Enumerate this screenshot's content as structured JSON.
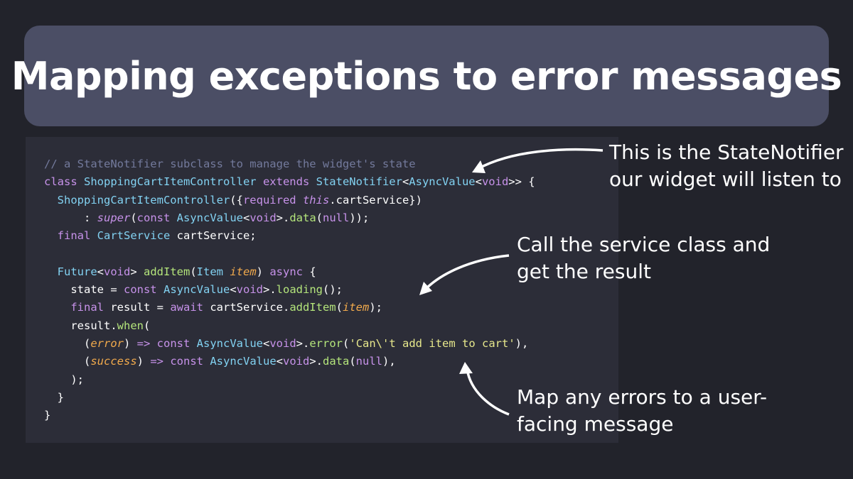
{
  "title": "Mapping exceptions to error messages",
  "code": {
    "lines": [
      [
        {
          "t": "// a StateNotifier subclass to manage the widget's state",
          "c": "comment"
        }
      ],
      [
        {
          "t": "class ",
          "c": "keyword"
        },
        {
          "t": "ShoppingCartItemController ",
          "c": "type"
        },
        {
          "t": "extends ",
          "c": "keyword"
        },
        {
          "t": "StateNotifier",
          "c": "type"
        },
        {
          "t": "<",
          "c": "plain"
        },
        {
          "t": "AsyncValue",
          "c": "type"
        },
        {
          "t": "<",
          "c": "plain"
        },
        {
          "t": "void",
          "c": "keyword"
        },
        {
          "t": ">> {",
          "c": "plain"
        }
      ],
      [
        {
          "t": "  ShoppingCartItemController",
          "c": "type"
        },
        {
          "t": "({",
          "c": "plain"
        },
        {
          "t": "required ",
          "c": "keyword"
        },
        {
          "t": "this",
          "c": "this"
        },
        {
          "t": ".cartService})",
          "c": "plain"
        }
      ],
      [
        {
          "t": "      : ",
          "c": "plain"
        },
        {
          "t": "super",
          "c": "this"
        },
        {
          "t": "(",
          "c": "plain"
        },
        {
          "t": "const ",
          "c": "keyword"
        },
        {
          "t": "AsyncValue",
          "c": "type"
        },
        {
          "t": "<",
          "c": "plain"
        },
        {
          "t": "void",
          "c": "keyword"
        },
        {
          "t": ">.",
          "c": "plain"
        },
        {
          "t": "data",
          "c": "method"
        },
        {
          "t": "(",
          "c": "plain"
        },
        {
          "t": "null",
          "c": "keyword"
        },
        {
          "t": "));",
          "c": "plain"
        }
      ],
      [
        {
          "t": "  final ",
          "c": "keyword"
        },
        {
          "t": "CartService ",
          "c": "type"
        },
        {
          "t": "cartService;",
          "c": "plain"
        }
      ],
      [
        {
          "t": "",
          "c": "plain"
        }
      ],
      [
        {
          "t": "  Future",
          "c": "type"
        },
        {
          "t": "<",
          "c": "plain"
        },
        {
          "t": "void",
          "c": "keyword"
        },
        {
          "t": "> ",
          "c": "plain"
        },
        {
          "t": "addItem",
          "c": "method"
        },
        {
          "t": "(",
          "c": "plain"
        },
        {
          "t": "Item ",
          "c": "type"
        },
        {
          "t": "item",
          "c": "param"
        },
        {
          "t": ") ",
          "c": "plain"
        },
        {
          "t": "async ",
          "c": "keyword"
        },
        {
          "t": "{",
          "c": "plain"
        }
      ],
      [
        {
          "t": "    state = ",
          "c": "plain"
        },
        {
          "t": "const ",
          "c": "keyword"
        },
        {
          "t": "AsyncValue",
          "c": "type"
        },
        {
          "t": "<",
          "c": "plain"
        },
        {
          "t": "void",
          "c": "keyword"
        },
        {
          "t": ">.",
          "c": "plain"
        },
        {
          "t": "loading",
          "c": "method"
        },
        {
          "t": "();",
          "c": "plain"
        }
      ],
      [
        {
          "t": "    final ",
          "c": "keyword"
        },
        {
          "t": "result = ",
          "c": "plain"
        },
        {
          "t": "await ",
          "c": "keyword"
        },
        {
          "t": "cartService.",
          "c": "plain"
        },
        {
          "t": "addItem",
          "c": "method"
        },
        {
          "t": "(",
          "c": "plain"
        },
        {
          "t": "item",
          "c": "param"
        },
        {
          "t": ");",
          "c": "plain"
        }
      ],
      [
        {
          "t": "    result.",
          "c": "plain"
        },
        {
          "t": "when",
          "c": "method"
        },
        {
          "t": "(",
          "c": "plain"
        }
      ],
      [
        {
          "t": "      (",
          "c": "plain"
        },
        {
          "t": "error",
          "c": "param"
        },
        {
          "t": ") ",
          "c": "plain"
        },
        {
          "t": "=> ",
          "c": "keyword"
        },
        {
          "t": "const ",
          "c": "keyword"
        },
        {
          "t": "AsyncValue",
          "c": "type"
        },
        {
          "t": "<",
          "c": "plain"
        },
        {
          "t": "void",
          "c": "keyword"
        },
        {
          "t": ">.",
          "c": "plain"
        },
        {
          "t": "error",
          "c": "method"
        },
        {
          "t": "(",
          "c": "plain"
        },
        {
          "t": "'Can\\'t add item to cart'",
          "c": "string"
        },
        {
          "t": "),",
          "c": "plain"
        }
      ],
      [
        {
          "t": "      (",
          "c": "plain"
        },
        {
          "t": "success",
          "c": "param"
        },
        {
          "t": ") ",
          "c": "plain"
        },
        {
          "t": "=> ",
          "c": "keyword"
        },
        {
          "t": "const ",
          "c": "keyword"
        },
        {
          "t": "AsyncValue",
          "c": "type"
        },
        {
          "t": "<",
          "c": "plain"
        },
        {
          "t": "void",
          "c": "keyword"
        },
        {
          "t": ">.",
          "c": "plain"
        },
        {
          "t": "data",
          "c": "method"
        },
        {
          "t": "(",
          "c": "plain"
        },
        {
          "t": "null",
          "c": "keyword"
        },
        {
          "t": "),",
          "c": "plain"
        }
      ],
      [
        {
          "t": "    );",
          "c": "plain"
        }
      ],
      [
        {
          "t": "  }",
          "c": "plain"
        }
      ],
      [
        {
          "t": "}",
          "c": "plain"
        }
      ]
    ]
  },
  "callouts": {
    "statenotifier": {
      "line1": "This is the StateNotifier",
      "line2": "our widget will listen to"
    },
    "service": {
      "line1": "Call the service class and",
      "line2": "get the result"
    },
    "errors": {
      "line1": "Map any errors to a user-",
      "line2": "facing message"
    }
  },
  "colors": {
    "background": "#22232b",
    "banner": "#4b4e65",
    "code_panel": "#2c2d38",
    "comment": "#737a9c",
    "keyword": "#c792ea",
    "type": "#82d2f2",
    "param": "#f2aa4c",
    "string": "#e7e88c",
    "method": "#b4e57b",
    "arrow": "#ffffff"
  }
}
